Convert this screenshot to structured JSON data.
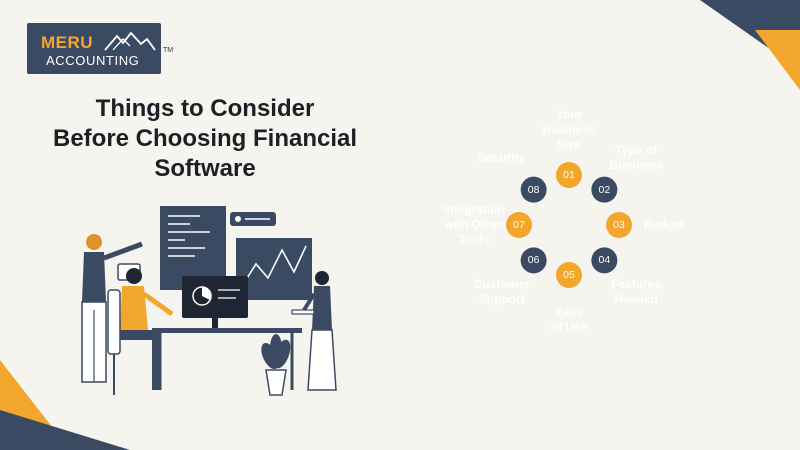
{
  "brand": {
    "line1": "MERU",
    "line2": "ACCOUNTING",
    "trademark": "TM"
  },
  "title": {
    "line1": "Things to Consider",
    "line2": "Before Choosing Financial",
    "line3": "Software"
  },
  "colors": {
    "navy": "#3b4a63",
    "orange": "#f3a62c",
    "background": "#f6f4ef"
  },
  "factors": [
    {
      "number": "01",
      "label_lines": [
        "Your",
        "Business",
        "Size"
      ],
      "color": "orange"
    },
    {
      "number": "02",
      "label_lines": [
        "Type of",
        "Business"
      ],
      "color": "navy"
    },
    {
      "number": "03",
      "label_lines": [
        "Budget"
      ],
      "color": "orange"
    },
    {
      "number": "04",
      "label_lines": [
        "Features",
        "Needed"
      ],
      "color": "navy"
    },
    {
      "number": "05",
      "label_lines": [
        "Ease",
        "of Use"
      ],
      "color": "orange"
    },
    {
      "number": "06",
      "label_lines": [
        "Customer",
        "Support"
      ],
      "color": "navy"
    },
    {
      "number": "07",
      "label_lines": [
        "Integration",
        "with Other",
        "Tools"
      ],
      "color": "orange"
    },
    {
      "number": "08",
      "label_lines": [
        "Security"
      ],
      "color": "navy"
    }
  ]
}
